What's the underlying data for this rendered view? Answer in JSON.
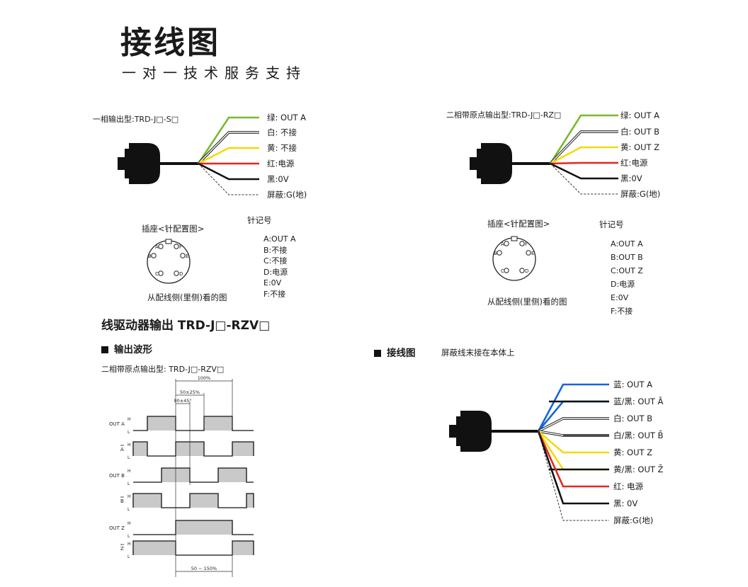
{
  "header": {
    "title": "接线图",
    "subtitle": "一对一技术服务支持"
  },
  "single_phase": {
    "model": "一相输出型:TRD-J□-S□",
    "wires": [
      {
        "label": "绿: OUT A",
        "color": "#7cb82f"
      },
      {
        "label": "白: 不接",
        "color": "#ffffff"
      },
      {
        "label": "黄: 不接",
        "color": "#f5d90a"
      },
      {
        "label": "红:电源",
        "color": "#e5261f"
      },
      {
        "label": "黑:0V",
        "color": "#111111"
      },
      {
        "label": "屏蔽:G(地)",
        "color": "#555555"
      }
    ],
    "socket_title": "插座<针配置图>",
    "pin_title": "针记号",
    "pin_letters": [
      "A",
      "B",
      "C",
      "D",
      "E",
      "F"
    ],
    "pins": [
      "A:OUT A",
      "B:不接",
      "C:不接",
      "D:电源",
      "E:0V",
      "F:不接"
    ],
    "view_caption": "从配线侧(里侧)看的图"
  },
  "two_phase": {
    "model": "二相带原点输出型:TRD-J□-RZ□",
    "wires": [
      {
        "label": "绿: OUT A",
        "color": "#7cb82f"
      },
      {
        "label": "白: OUT B",
        "color": "#ffffff"
      },
      {
        "label": "黄: OUT Z",
        "color": "#f5d90a"
      },
      {
        "label": "红:电源",
        "color": "#e5261f"
      },
      {
        "label": "黑:0V",
        "color": "#111111"
      },
      {
        "label": "屏蔽:G(地)",
        "color": "#555555"
      }
    ],
    "socket_title": "插座<针配置图>",
    "pin_title": "针记号",
    "pin_letters": [
      "A",
      "B",
      "C",
      "D",
      "E",
      "F"
    ],
    "pins": [
      "A:OUT A",
      "B:OUT B",
      "C:OUT Z",
      "D:电源",
      "E:0V",
      "F:不接"
    ],
    "view_caption": "从配线侧(里侧)看的图"
  },
  "line_driver": {
    "title": "线驱动器输出   TRD-J□-RZV□",
    "waveform_heading": "输出波形",
    "waveform_model": "二相带原点输出型: TRD-J□-RZV□",
    "dimensions": [
      "100%",
      "50±25%",
      "90±45°",
      "50 ~ 150%"
    ],
    "level_high": "H",
    "level_low": "L",
    "signals": [
      {
        "name": "OUT A",
        "overline": false
      },
      {
        "name": "A",
        "overline": true
      },
      {
        "name": "OUT B",
        "overline": false
      },
      {
        "name": "B",
        "overline": true
      },
      {
        "name": "OUT Z",
        "overline": false
      },
      {
        "name": "Z",
        "overline": true
      }
    ]
  },
  "wiring": {
    "heading": "接线图",
    "note": "屏蔽线末接在本体上",
    "wires": [
      {
        "label": "蓝:  OUT A",
        "color": "#1565d8",
        "color2": null
      },
      {
        "label": "蓝/黑: OUT Ā",
        "color": "#1565d8",
        "color2": "#111111"
      },
      {
        "label": "白:  OUT B",
        "color": "#ffffff",
        "color2": null
      },
      {
        "label": "白/黑: OUT B̄",
        "color": "#ffffff",
        "color2": "#111111"
      },
      {
        "label": "黄:  OUT Z",
        "color": "#f5d90a",
        "color2": null
      },
      {
        "label": "黄/黑: OUT Z̄",
        "color": "#f5d90a",
        "color2": "#111111"
      },
      {
        "label": "红:  电源",
        "color": "#e5261f",
        "color2": null
      },
      {
        "label": "黑:  0V",
        "color": "#111111",
        "color2": null
      },
      {
        "label": "屏蔽:G(地)",
        "color": "#555555",
        "color2": null
      }
    ]
  }
}
